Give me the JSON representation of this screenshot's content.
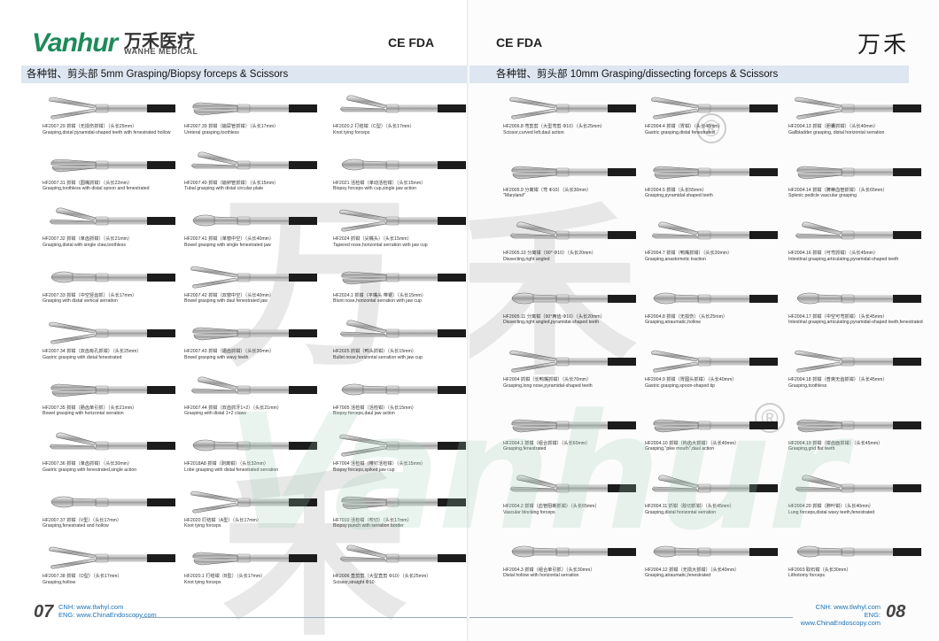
{
  "left": {
    "logo": "Vanhur",
    "logo_cn": "万禾医疗",
    "logo_en": "WANHE MEDICAL",
    "marks": "CE FDA",
    "section_title": "各种钳、剪头部  5mm  Grasping/Biopsy forceps & Scissors",
    "page_number": "07",
    "web_cn": "CNH: www.tlwhyl.com",
    "web_en": "ENG: www.ChinaEndoscopy.com",
    "columns": [
      [
        {
          "code": "HF2007.29  抓钳（无损伤抓钳）（头长25mm）",
          "desc": "Grasping,distal pyramidal-shaped teeth with fenestrated hollow"
        },
        {
          "code": "HF2007.31  抓钳（圆嘴抓钳）（头长22mm）",
          "desc": "Grasping,toothless with distal spoon and fenestrated"
        },
        {
          "code": "HF2007.32  抓钳（单齿抓钳）（头长21mm）",
          "desc": "Grasping,distal with single claw,toothless"
        },
        {
          "code": "HF2007.33  抓钳（中空竖齿抓）（头长17mm）",
          "desc": "Grasping with distal vertical serration"
        },
        {
          "code": "HF2007.34  抓钳（双齿有孔抓钳）（头长25mm）",
          "desc": "Gastric grasping with distal fenestrated"
        },
        {
          "code": "HF2007.35  抓钳（肠齿单引抓）（头长21mm）",
          "desc": "Bowel grasping with horizontal serration"
        },
        {
          "code": "HF2007.36  抓钳（单齿抓钳）（头长30mm）",
          "desc": "Gastric grasping with fenestrated,single action"
        },
        {
          "code": "HF2007.37  抓钳（V型）（头长17mm）",
          "desc": "Grasping,fenestrated and hollow"
        },
        {
          "code": "HF2007.38  抓钳（O型）（头长17mm）",
          "desc": "Grasping,hollow"
        }
      ],
      [
        {
          "code": "HF2007.39  抓钳（输尿管抓钳）（头长17mm）",
          "desc": "Ureteral grasping,toothless"
        },
        {
          "code": "HF2007.40  抓钳（输卵管抓钳）（头长15mm）",
          "desc": "Tubal grasping with distal circular plate"
        },
        {
          "code": "HF2007.41  抓钳（单窗中空）（头长40mm）",
          "desc": "Bowel grasping with single fenestrated jaw"
        },
        {
          "code": "HF2007.42  抓钳（双窗中空）（头长40mm）",
          "desc": "Bowel grasping with daul fenestrated jaw"
        },
        {
          "code": "HF2007.43  抓钳（锯齿抓钳）（头长30mm）",
          "desc": "Bowel grasping with wavy teeth"
        },
        {
          "code": "HF2007.44  抓钳（双齿抓牙1×2）（头长21mm）",
          "desc": "Grasping with distal 1×2 claws"
        },
        {
          "code": "HF2018A8  抓钳（剥离钳）（头长32mm）",
          "desc": "Lobe grasping with distal fenestrated serration"
        },
        {
          "code": "HF2020  打结钳（A型）（头长17mm）",
          "desc": "Knot tying forceps"
        },
        {
          "code": "HF2020.1  打结钳（B型）（头长17mm）",
          "desc": "Knot tying forceps"
        }
      ],
      [
        {
          "code": "HF2020.2  打结钳（C型）（头长17mm）",
          "desc": "Knot tying forceps"
        },
        {
          "code": "HF2021  活检钳（单动活检钳）（头长15mm）",
          "desc": "Biopsy forceps with cup,single jaw action"
        },
        {
          "code": "HF2024  抓钳（尖嘴头）（头长15mm）",
          "desc": "Tapered nose,horizontal serration with jaw cup"
        },
        {
          "code": "HF2024.1  抓钳（平嘴头  带锯）（头长15mm）",
          "desc": "Blunt nose,horizontal serration with jaw cup"
        },
        {
          "code": "HF2025  抓钳（鸭头抓钳）（头长15mm）",
          "desc": "Bullet nose,horizontal serration with jaw cup"
        },
        {
          "code": "HF7005  活检钳（活检钳）（头长15mm）",
          "desc": "Biopsy forceps,daul jaw action"
        },
        {
          "code": "HF7004  活检钳（带钉活检钳）（头长15mm）",
          "desc": "Biopsy forceps,spiked jaw cup"
        },
        {
          "code": "HF7010  活检钳（咬切）（头长17mm）",
          "desc": "Biopsy punch with serration border"
        },
        {
          "code": "HF2006  直剪剪（大型直剪 Φ10）（头长25mm）",
          "desc": "Scissor,straight Φ10"
        }
      ]
    ]
  },
  "right": {
    "marks": "CE FDA",
    "brand_cn": "万禾",
    "section_title": "各种钳、剪头部 10mm Grasping/dissecting forceps & Scissors",
    "page_number": "08",
    "web_cn": "CNH: www.tlwhyl.com",
    "web_en": "ENG: www.ChinaEndoscopy.com",
    "columns": [
      [
        {
          "code": "HF2006.8  弯剪剪（大型弯剪 Φ10）（头长25mm）",
          "desc": "Scissor,curved left,daul action"
        },
        {
          "code": "HF2005.9  分离钳（弯 Φ10）（头长30mm）",
          "desc": "\"Maryland\""
        },
        {
          "code": "HF2005.10  分离钳（90° Φ10）（头长20mm）",
          "desc": "Dissecting,right angled"
        },
        {
          "code": "HF2005.11  分离钳（90°两齿 Φ10）（头长20mm）",
          "desc": "Dissecting,right angled,pyramidal-shaped teeth"
        },
        {
          "code": "HF2004  抓钳（长鸭嘴抓钳）（头长70mm）",
          "desc": "Grasping,long nose,pyramidal-shaped teeth"
        },
        {
          "code": "HF2004.1  抓钳（组合抓钳）（头长60mm）",
          "desc": "Grasping,fenestrated"
        },
        {
          "code": "HF2004.2  抓钳（血管阻断抓钳）（头长65mm）",
          "desc": "Vascular blocking forceps"
        },
        {
          "code": "HF2004.3  抓钳（组合单引抓）（头长30mm）",
          "desc": "Distal hollow with horizontal serration"
        }
      ],
      [
        {
          "code": "HF2004.4  抓钳（胃钳）（头长40mm）",
          "desc": "Gastric grasping,distal fenestrated"
        },
        {
          "code": "HF2004.5  抓钳（头长55mm）",
          "desc": "Grasping,pyramidal-shaped teeth"
        },
        {
          "code": "HF2004.7  抓钳（鸭嘴抓钳）（头长30mm）",
          "desc": "Grasping,anastomotic traction"
        },
        {
          "code": "HF2004.8  抓钳（无损伤）（头长25mm）",
          "desc": "Grasping,atraumatic,hollow"
        },
        {
          "code": "HF2004.9  抓钳（胃圆头抓钳）（头长40mm）",
          "desc": "Gastric grasping,spoon-shaped tip"
        },
        {
          "code": "HF2004.10  抓钳（钩齿大抓钳）（头长40mm）",
          "desc": "Grasping,\"pike mouth\",daul action"
        },
        {
          "code": "HF2004.11  抓钳（胶切抓钳）（头长45mm）",
          "desc": "Grasping,distal horizontal serration"
        },
        {
          "code": "HF2004.12  抓钳（无损大抓钳）（头长40mm）",
          "desc": "Grasping,atraumatic,fenestrated"
        }
      ],
      [
        {
          "code": "HF2004.13  抓钳（胆囊抓钳）（头长40mm）",
          "desc": "Gallbladder grasping, distal horizontal serration"
        },
        {
          "code": "HF2004.14  抓钳（脾蒂血管抓钳）（头长65mm）",
          "desc": "Splenic pedicle vascular grasping"
        },
        {
          "code": "HF2004.16  抓钳（可弯抓钳）（头长45mm）",
          "desc": "Intestinal grasping,articulating,pyramidal-shaped teeth"
        },
        {
          "code": "HF2004.17  抓钳（中空可弯抓钳）（头长45mm）",
          "desc": "Intestinal grasping,articulating,pyramidal-shaped teeth,fenestrated"
        },
        {
          "code": "HF2004.18  抓钳（普爽无齿抓钳）（头长45mm）",
          "desc": "Grasping,toothless"
        },
        {
          "code": "HF2004.19  抓钳（钳齿面抓钳）（头长45mm）",
          "desc": "Grasping,grid flat teeth"
        },
        {
          "code": "HF2004.20  抓钳（肺叶钳）（头长40mm）",
          "desc": "Lung forceps,distal wavy teeth,fenestrated"
        },
        {
          "code": "HF2003  取石钳（头长30mm）",
          "desc": "Lithotomy forceps"
        }
      ]
    ]
  }
}
